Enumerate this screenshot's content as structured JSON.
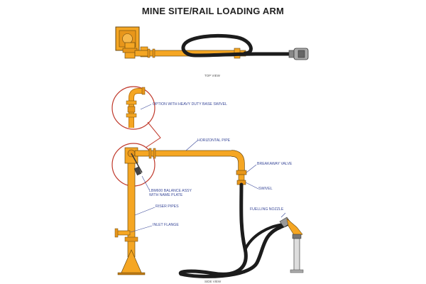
{
  "title": "MINE SITE/RAIL LOADING ARM",
  "views": {
    "top": "TOP VIEW",
    "side": "SIDE VIEW"
  },
  "callouts": {
    "swivel_option": "OPTION WITH HEAVY DUTY BASE SWIVEL",
    "horizontal_pipe": "HORIZONTAL PIPE",
    "breakaway_valve": "BREAKAWAY VALVE",
    "balance_assy": "LBM600 BALANCE ASSY\nWITH NAME PLATE",
    "swivel": "SWIVEL",
    "riser_pipes": "RISER PIPES",
    "fuelling_nozzle": "FUELLING NOZZLE",
    "inlet_flange": "INLET FLANGE"
  },
  "colors": {
    "pipe": "#f5a623",
    "pipe_dark": "#c07a12",
    "hose": "#1c1c1c",
    "callout_circle": "#c0392b",
    "leader": "#3b4a9a"
  }
}
